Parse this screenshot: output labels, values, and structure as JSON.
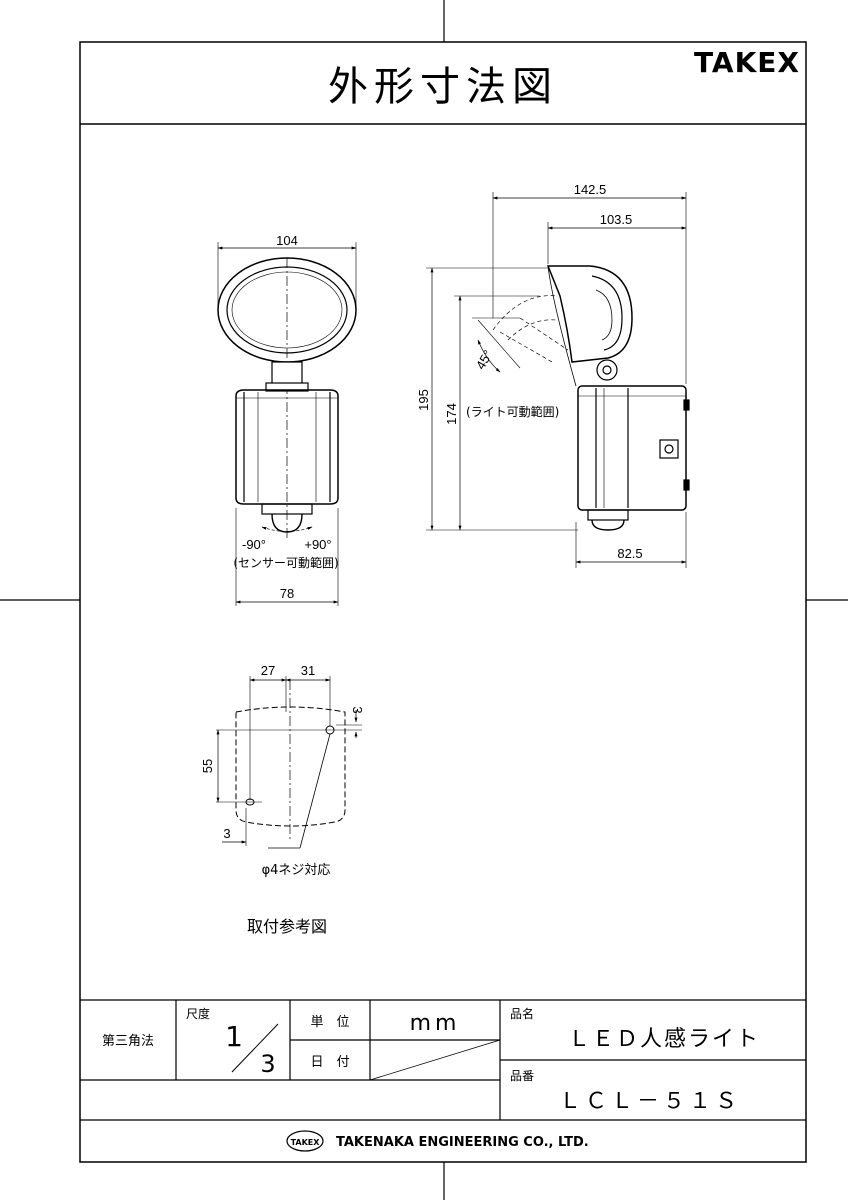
{
  "title": "外形寸法図",
  "brand": "TAKEX",
  "dimensions": {
    "front_width": "104",
    "front_body_width": "78",
    "sensor_minus": "-90°",
    "sensor_plus": "+90°",
    "sensor_range": "(センサー可動範囲)",
    "side_depth_total": "142.5",
    "side_depth_head": "103.5",
    "side_depth_body": "82.5",
    "height_total": "195",
    "height_light": "174",
    "light_angle": "45°",
    "light_range": "(ライト可動範囲)",
    "mount_h1": "27",
    "mount_h2": "31",
    "mount_top": "3",
    "mount_v": "55",
    "mount_left": "3",
    "screw_note": "φ4ネジ対応",
    "mount_caption": "取付参考図"
  },
  "title_block": {
    "projection": "第三角法",
    "scale_label": "尺度",
    "scale_num": "1",
    "scale_den": "3",
    "unit_label": "単　位",
    "unit_value": "mm",
    "date_label": "日　付",
    "name_label": "品名",
    "name_value": "ＬＥＤ人感ライト",
    "number_label": "品番",
    "number_value": "ＬＣＬ－５１Ｓ",
    "company_logo": "TAKEX",
    "company": "TAKENAKA ENGINEERING CO., LTD."
  }
}
